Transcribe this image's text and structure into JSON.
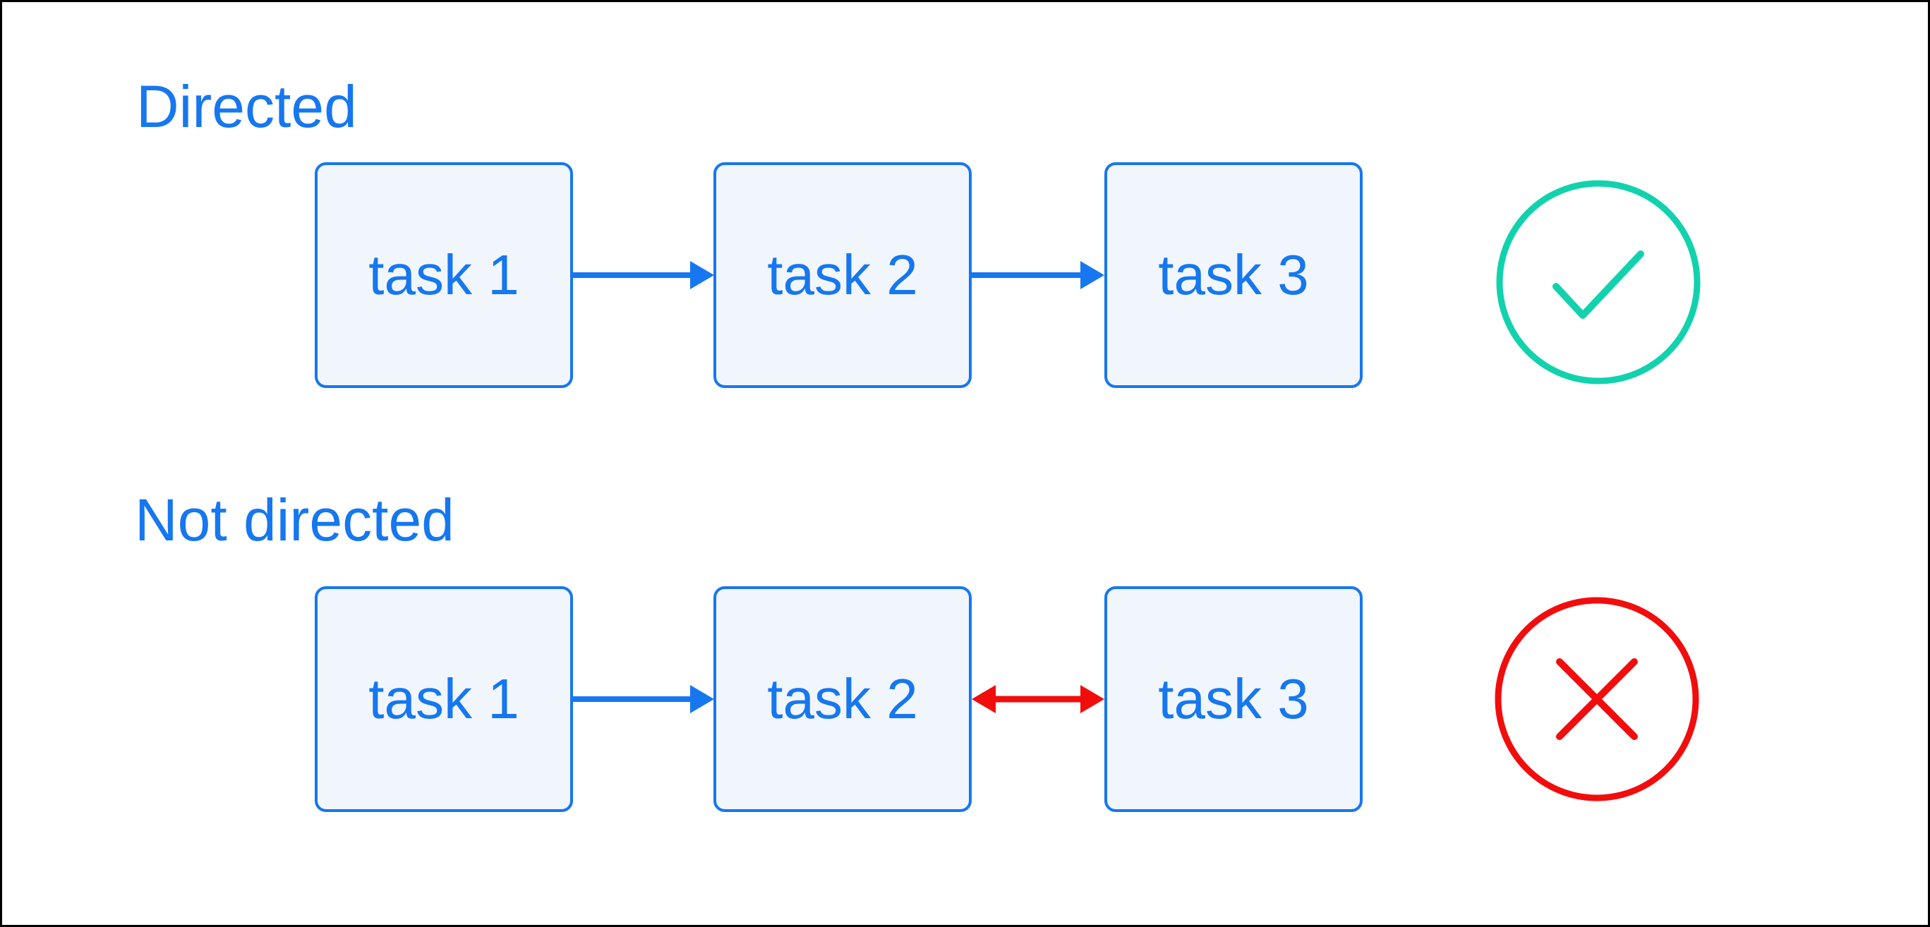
{
  "colors": {
    "blue": "#1677f0",
    "box_fill": "#f0f6fc",
    "teal": "#12d2ae",
    "red": "#f20d0d",
    "frame": "#000000"
  },
  "diagram": {
    "type": "comparison-of-task-graphs",
    "sections": [
      {
        "label": "Directed",
        "boxes": [
          "task 1",
          "task 2",
          "task 3"
        ],
        "edges": [
          {
            "from": "task 1",
            "to": "task 2",
            "style": "directed-arrow",
            "color": "blue"
          },
          {
            "from": "task 2",
            "to": "task 3",
            "style": "directed-arrow",
            "color": "blue"
          }
        ],
        "verdict": "allowed",
        "verdict_icon": "check-circle"
      },
      {
        "label": "Not directed",
        "boxes": [
          "task 1",
          "task 2",
          "task 3"
        ],
        "edges": [
          {
            "from": "task 1",
            "to": "task 2",
            "style": "directed-arrow",
            "color": "blue"
          },
          {
            "from": "task 2",
            "to": "task 3",
            "style": "bidirectional-arrow",
            "color": "red"
          }
        ],
        "verdict": "not-allowed",
        "verdict_icon": "x-circle"
      }
    ]
  }
}
